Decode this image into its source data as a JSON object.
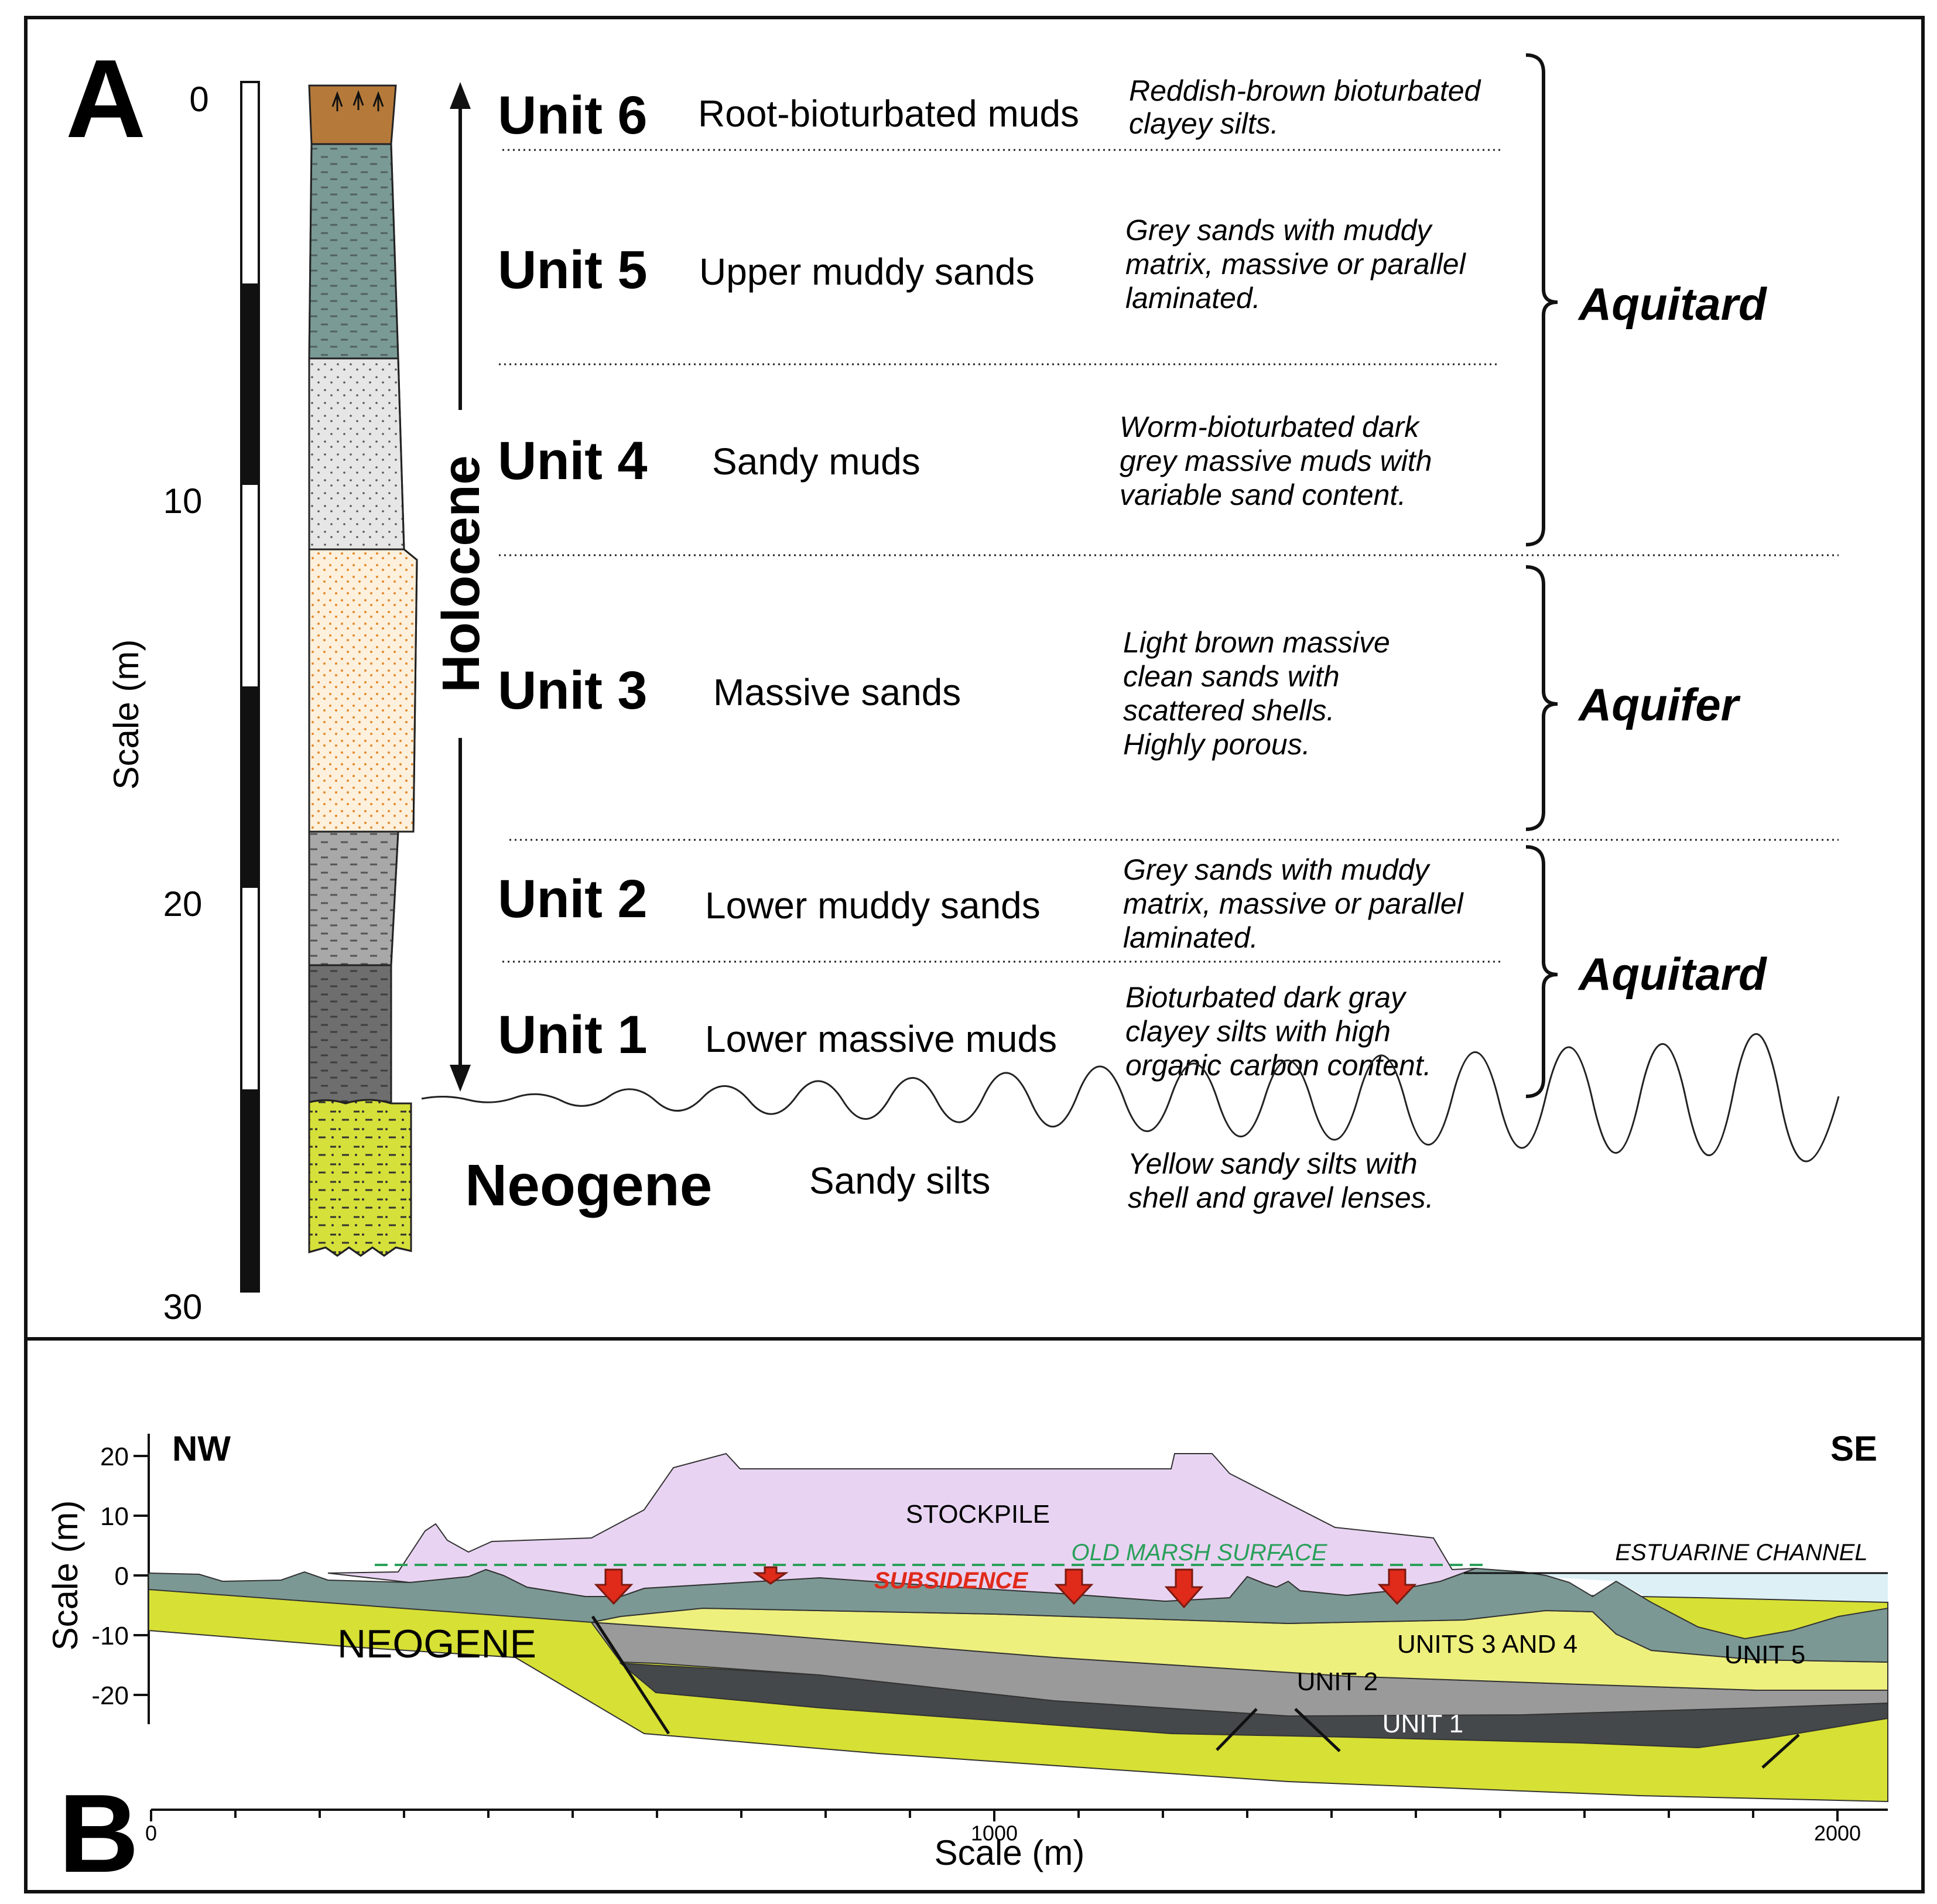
{
  "panel_a": {
    "letter": "A",
    "scale_title": "Scale (m)",
    "scale_ticks": [
      "0",
      "10",
      "20",
      "30"
    ],
    "epoch_label": "Holocene",
    "units": [
      {
        "name": "Unit 6",
        "lithology": "Root-bioturbated muds",
        "description": [
          "Reddish-brown bioturbated",
          "clayey silts."
        ],
        "color": "#b57a3a"
      },
      {
        "name": "Unit 5",
        "lithology": "Upper muddy sands",
        "description": [
          "Grey sands with muddy",
          "matrix, massive or parallel",
          "laminated."
        ],
        "color": "#7a9a96"
      },
      {
        "name": "Unit 4",
        "lithology": "Sandy muds",
        "description": [
          "Worm-bioturbated dark",
          "grey  massive muds with",
          "variable sand content."
        ],
        "color": "#e6e6e6"
      },
      {
        "name": "Unit 3",
        "lithology": "Massive sands",
        "description": [
          "Light brown massive",
          "clean sands with",
          "scattered shells.",
          "Highly porous."
        ],
        "color": "#fdf0dc"
      },
      {
        "name": "Unit 2",
        "lithology": "Lower muddy sands",
        "description": [
          "Grey sands with muddy",
          "matrix, massive or parallel",
          "laminated."
        ],
        "color": "#a8a8a8"
      },
      {
        "name": "Unit 1",
        "lithology": "Lower massive muds",
        "description": [
          "Bioturbated dark gray",
          "clayey silts with high",
          "organic carbon content."
        ],
        "color": "#6e6e6e"
      },
      {
        "name": "Neogene",
        "lithology": "Sandy silts",
        "description": [
          "Yellow sandy silts with",
          "shell and gravel lenses."
        ],
        "color": "#d6e03a"
      }
    ],
    "hydro_labels": [
      "Aquitard",
      "Aquifer",
      "Aquitard"
    ]
  },
  "panel_b": {
    "letter": "B",
    "direction_left": "NW",
    "direction_right": "SE",
    "y_axis_title": "Scale (m)",
    "y_ticks": [
      "20",
      "10",
      "0",
      "-10",
      "-20"
    ],
    "x_axis_title": "Scale (m)",
    "x_ticks": [
      "0",
      "1000",
      "2000"
    ],
    "labels": {
      "stockpile": "STOCKPILE",
      "old_marsh": "OLD MARSH SURFACE",
      "subsidence": "SUBSIDENCE",
      "estuarine": "ESTUARINE CHANNEL",
      "neogene": "NEOGENE",
      "units34": "UNITS 3 AND 4",
      "unit5": "UNIT 5",
      "unit2": "UNIT 2",
      "unit1": "UNIT 1"
    },
    "colors": {
      "stockpile": "#e8d4f2",
      "unit5": "#7b9894",
      "units34": "#eef07e",
      "unit2": "#9a9a9a",
      "unit1": "#44484a",
      "neogene": "#d7e034",
      "channel": "#dcf0f5",
      "subsidence_arrow": "#e02a1a",
      "old_marsh_line": "#2aa05a"
    }
  }
}
